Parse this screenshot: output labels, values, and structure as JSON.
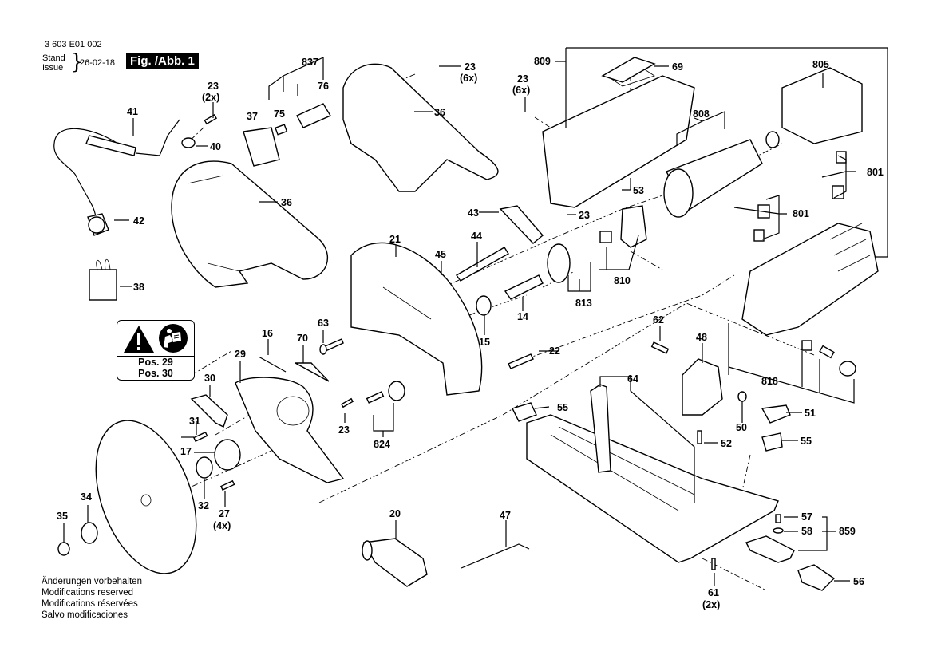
{
  "header": {
    "document_number": "3 603 E01 002",
    "stand_label": "Stand",
    "issue_label": "Issue",
    "date": "26-02-18",
    "figure_label": "Fig. /Abb. 1"
  },
  "warning_box": {
    "icons": [
      "warning-triangle-icon",
      "read-manual-icon"
    ],
    "positions": [
      "Pos. 29",
      "Pos. 30"
    ]
  },
  "footer_notes": [
    "Änderungen vorbehalten",
    "Modifications reserved",
    "Modifications réservées",
    "Salvo modificaciones"
  ],
  "part_labels": {
    "p837": "837",
    "p76": "76",
    "p37": "37",
    "p75": "75",
    "p23a": "23",
    "p23a_qty": "(2x)",
    "p40": "40",
    "p41": "41",
    "p42": "42",
    "p36a": "36",
    "p36b": "36",
    "p38": "38",
    "p23b": "23",
    "p23b_qty": "(6x)",
    "p809": "809",
    "p69": "69",
    "p23c": "23",
    "p23c_qty": "(6x)",
    "p805": "805",
    "p808": "808",
    "p801a": "801",
    "p801b": "801",
    "p53": "53",
    "p43": "43",
    "p23d": "23",
    "p44": "44",
    "p45": "45",
    "p21": "21",
    "p810": "810",
    "p813": "813",
    "p14": "14",
    "p15": "15",
    "p63": "63",
    "p16": "16",
    "p70": "70",
    "p29": "29",
    "p22": "22",
    "p62": "62",
    "p48": "48",
    "p818": "818",
    "p30": "30",
    "p31": "31",
    "p17": "17",
    "p23e": "23",
    "p824": "824",
    "p64": "64",
    "p55a": "55",
    "p50": "50",
    "p51": "51",
    "p52": "52",
    "p55b": "55",
    "p32": "32",
    "p27": "27",
    "p27_qty": "(4x)",
    "p34": "34",
    "p35": "35",
    "p20": "20",
    "p47": "47",
    "p57": "57",
    "p58": "58",
    "p859": "859",
    "p61": "61",
    "p61_qty": "(2x)",
    "p56": "56"
  }
}
